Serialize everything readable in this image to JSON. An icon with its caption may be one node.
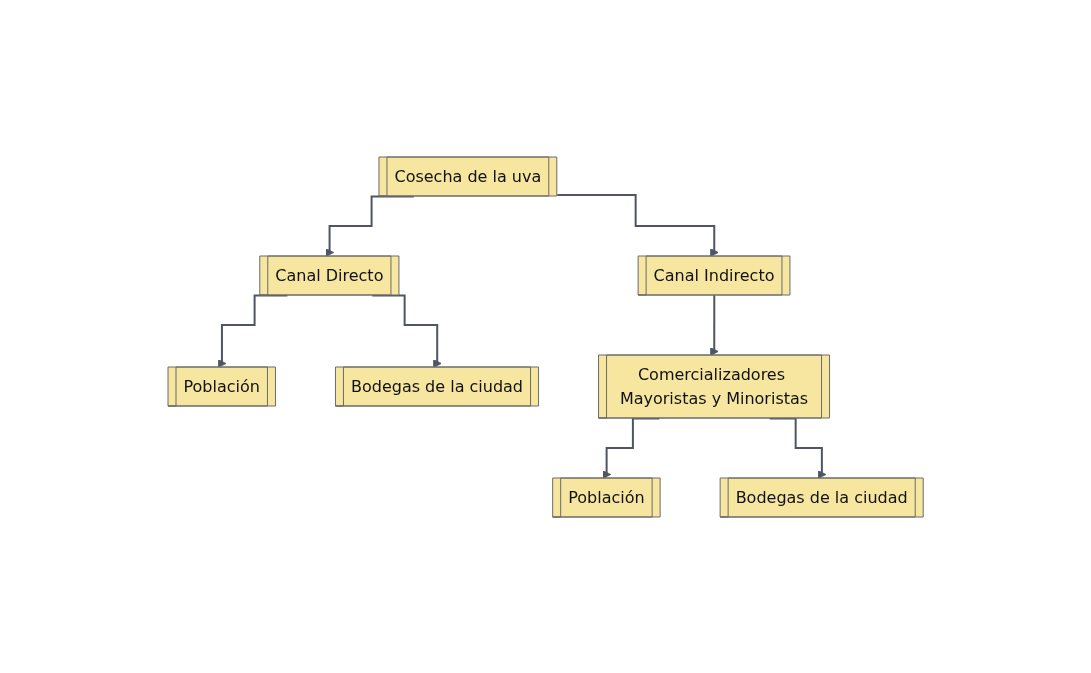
{
  "diagram": {
    "nodes": [
      {
        "text": [
          "Cosecha de la uva"
        ]
      },
      {
        "text": [
          "Canal Directo"
        ]
      },
      {
        "text": [
          "Canal Indirecto"
        ]
      },
      {
        "text": [
          "Población"
        ]
      },
      {
        "text": [
          "Bodegas de la ciudad"
        ]
      },
      {
        "text": [
          "Comercializadores Mayoristas y Minoristas"
        ]
      },
      {
        "text": [
          "Población"
        ]
      },
      {
        "text": [
          "Bodegas de la ciudad"
        ]
      }
    ],
    "edges": [
      {
        "from": 0,
        "to": 1,
        "arrow": "to"
      },
      {
        "from": 0,
        "to": 2,
        "arrow": "to"
      },
      {
        "from": 1,
        "to": 3,
        "arrow": "to"
      },
      {
        "from": 1,
        "to": 4,
        "arrow": "to"
      },
      {
        "from": 2,
        "to": 5,
        "arrow": "to"
      },
      {
        "from": 5,
        "to": 6,
        "arrow": "to"
      },
      {
        "from": 5,
        "to": 7,
        "arrow": "to"
      }
    ]
  }
}
